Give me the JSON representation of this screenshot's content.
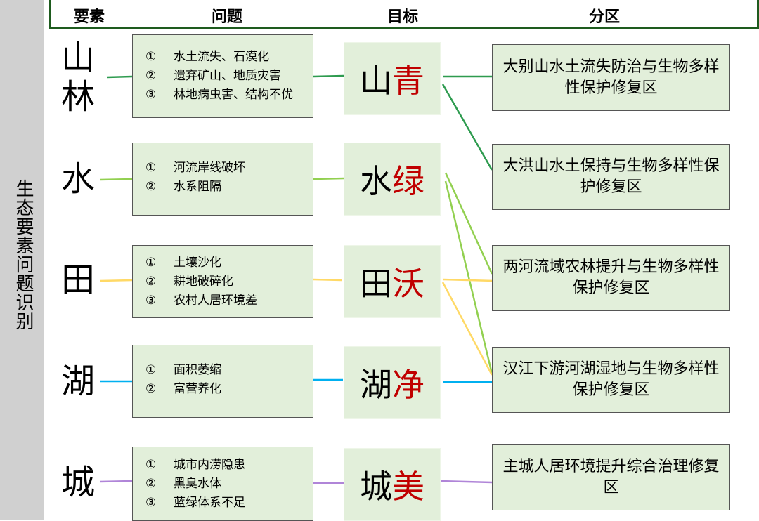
{
  "sidebar": {
    "label": "生态要素问题识别"
  },
  "header": {
    "col1": "要素",
    "col2": "问题",
    "col3": "目标",
    "col4": "分区"
  },
  "rows": [
    {
      "element": "山林",
      "problems": [
        "水土流失、石漠化",
        "遗弃矿山、地质灾害",
        "林地病虫害、结构不优"
      ],
      "target_a": "山",
      "target_b": "青",
      "color": "#2e9b4f"
    },
    {
      "element": "水",
      "problems": [
        "河流岸线破坏",
        "水系阻隔"
      ],
      "target_a": "水",
      "target_b": "绿",
      "color": "#92d050"
    },
    {
      "element": "田",
      "problems": [
        "土壤沙化",
        "耕地破碎化",
        "农村人居环境差"
      ],
      "target_a": "田",
      "target_b": "沃",
      "color": "#ffd966"
    },
    {
      "element": "湖",
      "problems": [
        "面积萎缩",
        "富营养化"
      ],
      "target_a": "湖",
      "target_b": "净",
      "color": "#00b0f0"
    },
    {
      "element": "城",
      "problems": [
        "城市内涝隐患",
        "黑臭水体",
        "蓝绿体系不足"
      ],
      "target_a": "城",
      "target_b": "美",
      "color": "#b085d8"
    }
  ],
  "markers": [
    "①",
    "②",
    "③"
  ],
  "zones": [
    "大别山水土流失防治与生物多样性保护修复区",
    "大洪山水土保持与生物多样性保护修复区",
    "两河流域农林提升与生物多样性保护修复区",
    "汉江下游河湖湿地与生物多样性保护修复区",
    "主城人居环境提升综合治理修复区"
  ]
}
